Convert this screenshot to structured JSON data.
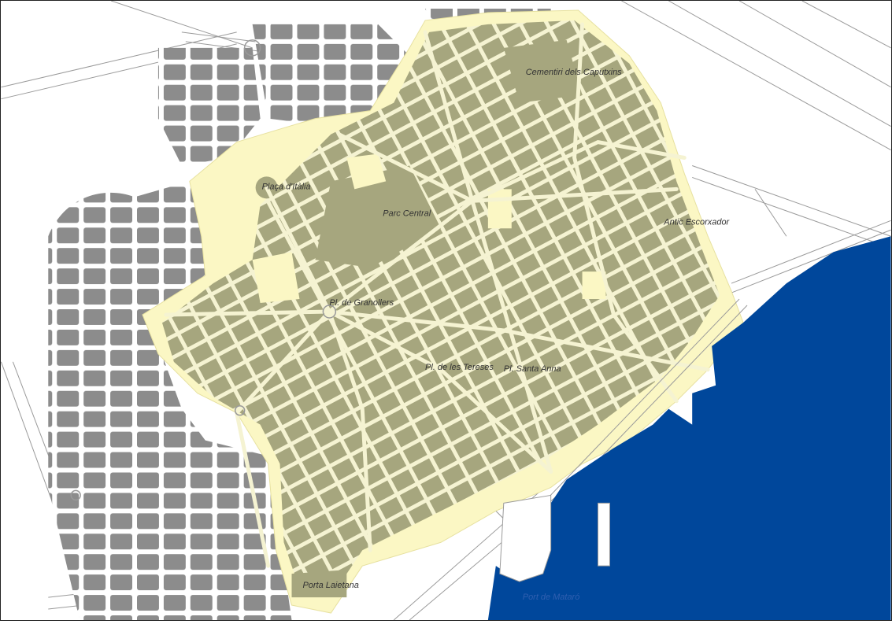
{
  "map": {
    "colors": {
      "land": "#ffffff",
      "block_outside": "#8c8c8c",
      "block_inside": "#a6a67e",
      "zone_fill": "#fbf7c4",
      "street": "#f5f3d2",
      "sea": "#00479b",
      "road_line": "#9a9a9a"
    },
    "labels": {
      "cementiri": "Cementiri dels Caputxins",
      "placa_italia": "Plaça d'Itàlia",
      "parc_central": "Parc Central",
      "antic_escorxador": "Antic Escorxador",
      "pl_granollers": "Pl. de Granollers",
      "pl_tereses": "Pl. de les Tereses",
      "pl_santa_anna": "Pl. Santa Anna",
      "porta_laietana": "Porta Laietana",
      "port_mataro": "Port de Mataró"
    }
  }
}
